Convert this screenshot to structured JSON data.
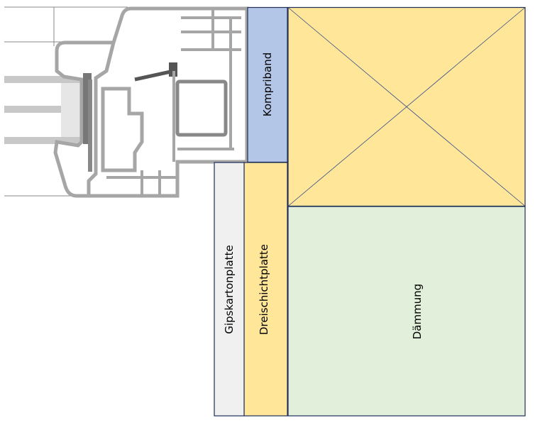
{
  "diagram": {
    "layers": {
      "kompriband": "Kompriband",
      "gipskartonplatte": "Gipskartonplatte",
      "dreischichtplatte": "Dreischichtplatte",
      "daemmung": "Dämmung"
    },
    "colors": {
      "kompriband": "#b4c6e7",
      "dreischichtplatte": "#ffe699",
      "beam": "#ffe699",
      "daemmung": "#e2efda",
      "gipskartonplatte": "#f0f0f0",
      "border": "#1f2f5a",
      "frame": "#a6a6a6"
    }
  }
}
